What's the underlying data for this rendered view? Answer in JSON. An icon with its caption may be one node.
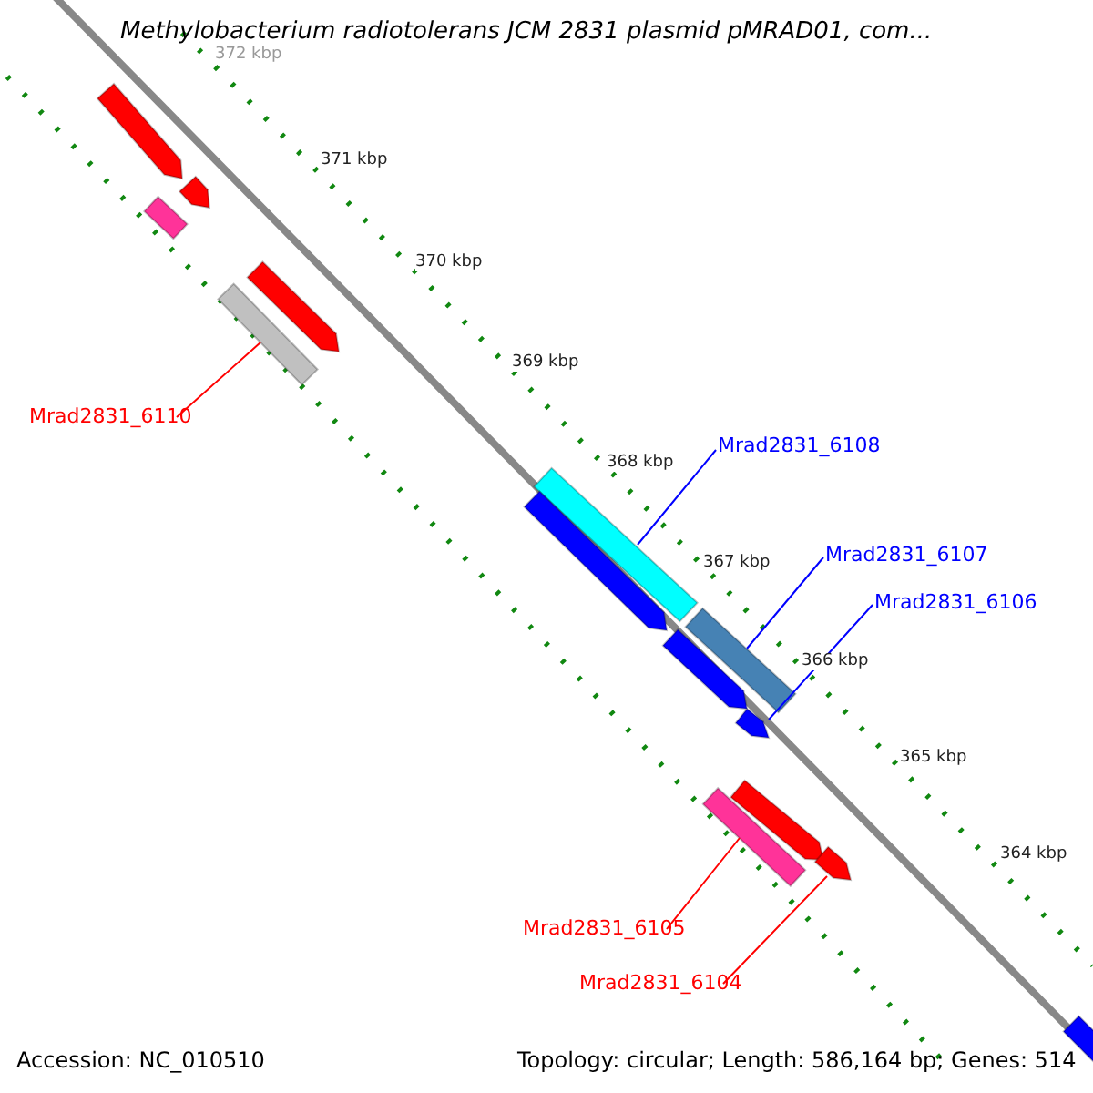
{
  "diagram": {
    "title": "Methylobacterium radiotolerans JCM 2831 plasmid pMRAD01, com...",
    "nodes": [
      {
        "text": [],
        "shape": "bar"
      },
      {
        "text": [],
        "shape": "bar"
      },
      {
        "text": [],
        "shape": "bar"
      },
      {
        "text": [],
        "shape": "bar"
      },
      {
        "text": [],
        "shape": "bar"
      },
      {
        "text": [
          "Mrad2831_6110"
        ]
      },
      {
        "text": [
          "Mrad2831_6108"
        ]
      },
      {
        "text": [],
        "shape": "bar"
      },
      {
        "text": [],
        "shape": "bar"
      },
      {
        "text": [
          "Mrad2831_6107"
        ]
      },
      {
        "text": [
          "Mrad2831_6106"
        ]
      },
      {
        "text": [],
        "shape": "bar"
      },
      {
        "text": [],
        "shape": "bar"
      },
      {
        "text": [],
        "shape": "bar"
      },
      {
        "text": [],
        "shape": "bar"
      },
      {
        "text": [],
        "shape": "bar"
      },
      {
        "text": [],
        "shape": "bar"
      },
      {
        "text": [
          "Mrad2831_6105"
        ]
      },
      {
        "text": [
          "Mrad2831_6104"
        ]
      },
      {
        "text": [],
        "shape": "bar"
      }
    ],
    "edges": [
      {
        "from": 5,
        "to": 4,
        "arrow": "none",
        "color": "#ff0000"
      },
      {
        "from": 6,
        "to": 7,
        "arrow": "none",
        "color": "#0000ff"
      },
      {
        "from": 9,
        "to": 11,
        "arrow": "none",
        "color": "#0000ff"
      },
      {
        "from": 10,
        "to": 13,
        "arrow": "none",
        "color": "#0000ff"
      },
      {
        "from": 17,
        "to": 15,
        "arrow": "none",
        "color": "#ff0000"
      },
      {
        "from": 18,
        "to": 16,
        "arrow": "none",
        "color": "#ff0000"
      }
    ],
    "labels": [
      "372 kbp",
      "371 kbp",
      "370 kbp",
      "369 kbp",
      "368 kbp",
      "367 kbp",
      "366 kbp",
      "365 kbp",
      "364 kbp",
      "Accession: NC_010510",
      "Topology: circular; Length: 586,164 bp; Genes: 514"
    ]
  }
}
